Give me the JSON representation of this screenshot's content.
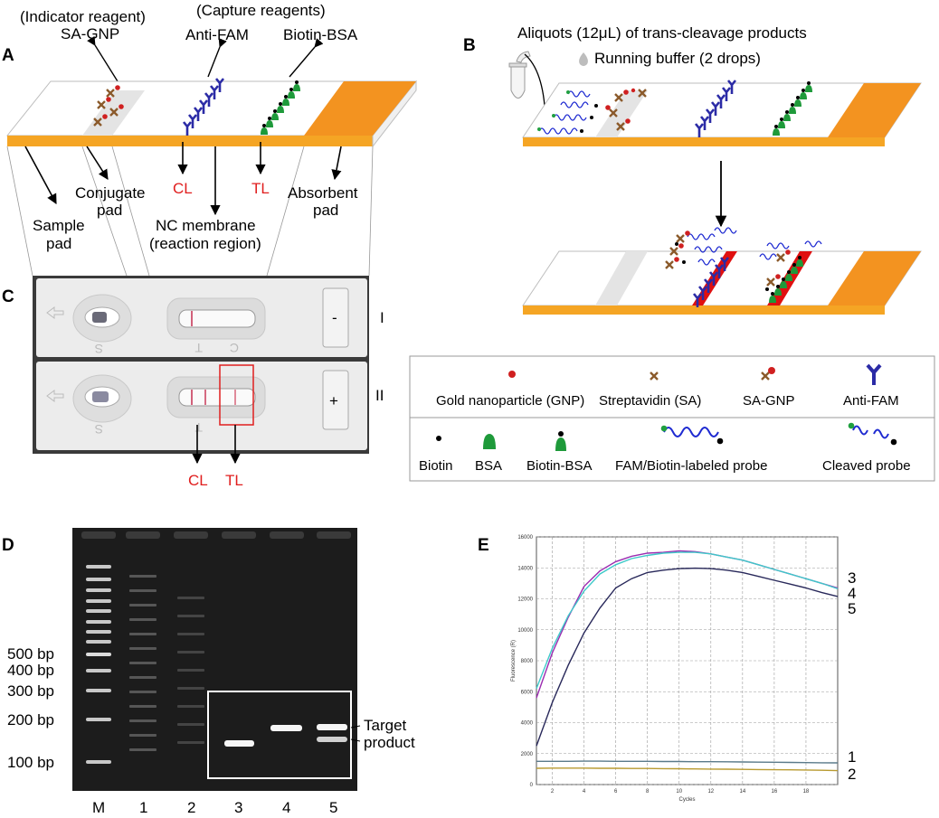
{
  "panels": {
    "a": "A",
    "b": "B",
    "c": "C",
    "d": "D",
    "e": "E"
  },
  "panelA": {
    "indicator_header": "(Indicator reagent)",
    "sa_gnp": "SA-GNP",
    "capture_header": "(Capture reagents)",
    "anti_fam": "Anti-FAM",
    "biotin_bsa": "Biotin-BSA",
    "cl": "CL",
    "tl": "TL",
    "conjugate_l1": "Conjugate",
    "conjugate_l2": "pad",
    "absorbent_l1": "Absorbent",
    "absorbent_l2": "pad",
    "sample_l1": "Sample",
    "sample_l2": "pad",
    "nc_l1": "NC membrane",
    "nc_l2": "(reaction region)"
  },
  "panelB": {
    "aliquots": "Aliquots (12μL) of  trans-cleavage products",
    "buffer": "Running buffer (2 drops)"
  },
  "panelC": {
    "minus": "-",
    "plus": "+",
    "row1": "I",
    "row2": "II",
    "s": "S",
    "t": "T",
    "c": "C",
    "cl": "CL",
    "tl": "TL"
  },
  "legend": {
    "gnp": "Gold nanoparticle (GNP)",
    "sa": "Streptavidin (SA)",
    "sagnp": "SA-GNP",
    "antifam": "Anti-FAM",
    "biotin": "Biotin",
    "bsa": "BSA",
    "biotinbsa": "Biotin-BSA",
    "probe": "FAM/Biotin-labeled probe",
    "cleaved": "Cleaved probe"
  },
  "panelD": {
    "markers": [
      "500 bp",
      "400 bp",
      "300 bp",
      "200 bp",
      "100 bp"
    ],
    "lanes": [
      "M",
      "1",
      "2",
      "3",
      "4",
      "5"
    ],
    "target_l1": "Target",
    "target_l2": "product"
  },
  "panelE": {
    "xlabel": "Cycles",
    "ylabel": "Fluorescence (R)",
    "yticks": [
      "16000",
      "14000",
      "12000",
      "10000",
      "8000",
      "6000",
      "4000",
      "2000",
      "0"
    ],
    "xticks": [
      "2",
      "4",
      "6",
      "8",
      "10",
      "12",
      "14",
      "16",
      "18"
    ],
    "curve_labels": [
      "3",
      "4",
      "5",
      "1",
      "2"
    ]
  },
  "chart_data": {
    "type": "line",
    "xlabel": "Cycles",
    "ylabel": "Fluorescence (R)",
    "xlim": [
      1,
      20
    ],
    "ylim": [
      0,
      16000
    ],
    "grid": true,
    "x": [
      1,
      2,
      3,
      4,
      5,
      6,
      7,
      8,
      9,
      10,
      11,
      12,
      13,
      14,
      15,
      16,
      17,
      18,
      19,
      20
    ],
    "series": [
      {
        "name": "3",
        "color": "#9b2bb0",
        "values": [
          5600,
          8500,
          10800,
          12800,
          13800,
          14400,
          14750,
          14950,
          15000,
          15100,
          15050,
          14900,
          14700,
          14500,
          14200,
          13900,
          13600,
          13300,
          13000,
          12700
        ]
      },
      {
        "name": "4",
        "color": "#3ec9c9",
        "values": [
          6200,
          8800,
          10900,
          12500,
          13600,
          14200,
          14600,
          14800,
          14950,
          15000,
          15000,
          14900,
          14700,
          14500,
          14200,
          13900,
          13600,
          13300,
          13000,
          12650
        ]
      },
      {
        "name": "5",
        "color": "#28285a",
        "values": [
          2500,
          5300,
          7700,
          9800,
          11400,
          12700,
          13300,
          13700,
          13850,
          13950,
          13980,
          13950,
          13850,
          13700,
          13450,
          13200,
          12950,
          12700,
          12400,
          12150
        ]
      },
      {
        "name": "1",
        "color": "#5a7a8a",
        "values": [
          1500,
          1500,
          1500,
          1510,
          1510,
          1500,
          1500,
          1500,
          1490,
          1490,
          1480,
          1480,
          1470,
          1460,
          1450,
          1440,
          1430,
          1420,
          1410,
          1400
        ]
      },
      {
        "name": "2",
        "color": "#b89a30",
        "values": [
          1050,
          1060,
          1060,
          1060,
          1050,
          1050,
          1040,
          1040,
          1030,
          1020,
          1010,
          1000,
          990,
          980,
          970,
          960,
          950,
          940,
          920,
          900
        ]
      }
    ]
  }
}
